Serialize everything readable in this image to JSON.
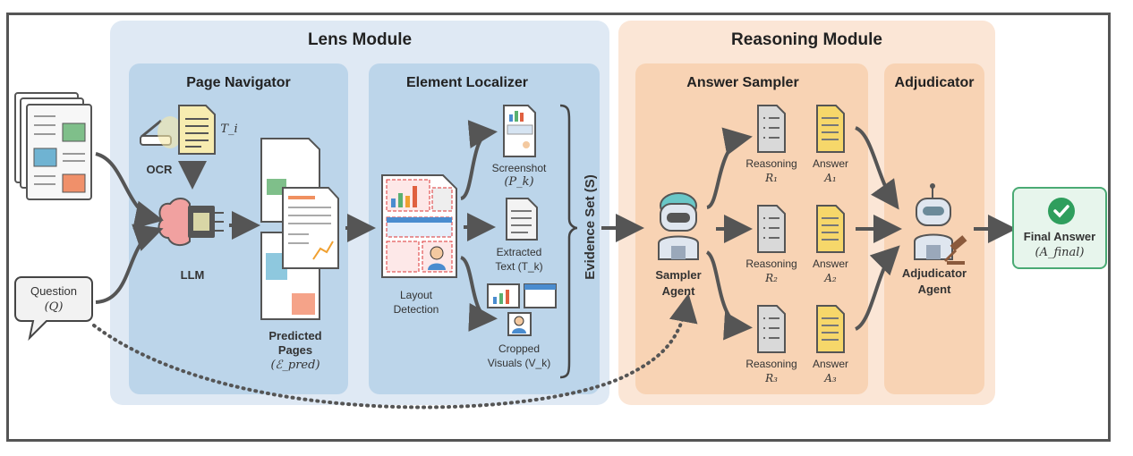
{
  "lens_module": {
    "title": "Lens Module",
    "page_navigator": {
      "title": "Page Navigator",
      "ocr_label": "OCR",
      "ocr_output": "T_i",
      "llm_label": "LLM",
      "predicted_pages_label_1": "Predicted",
      "predicted_pages_label_2": "Pages",
      "predicted_pages_symbol": "(ℰ_pred)"
    },
    "element_localizer": {
      "title": "Element Localizer",
      "layout_detection_1": "Layout",
      "layout_detection_2": "Detection",
      "screenshot_label": "Screenshot",
      "screenshot_symbol": "(P_k)",
      "extracted_text_1": "Extracted",
      "extracted_text_2": "Text (T_k)",
      "cropped_visuals_1": "Cropped",
      "cropped_visuals_2": "Visuals (V_k)",
      "evidence_set": "Evidence Set (S)"
    }
  },
  "inputs": {
    "question_label": "Question",
    "question_symbol": "(Q)"
  },
  "reasoning_module": {
    "title": "Reasoning Module",
    "answer_sampler": {
      "title": "Answer Sampler",
      "agent_label_1": "Sampler",
      "agent_label_2": "Agent",
      "samples": [
        {
          "reasoning": "Reasoning",
          "r": "R₁",
          "answer": "Answer",
          "a": "A₁"
        },
        {
          "reasoning": "Reasoning",
          "r": "R₂",
          "answer": "Answer",
          "a": "A₂"
        },
        {
          "reasoning": "Reasoning",
          "r": "R₃",
          "answer": "Answer",
          "a": "A₃"
        }
      ]
    },
    "adjudicator": {
      "title": "Adjudicator",
      "agent_label_1": "Adjudicator",
      "agent_label_2": "Agent"
    }
  },
  "final_answer": {
    "label": "Final Answer",
    "symbol": "(A_final)"
  },
  "colors": {
    "lens_bg": "#dfe9f4",
    "lens_sub_bg": "#bcd5ea",
    "reason_bg": "#fbe6d6",
    "reason_sub_bg": "#f8d3b4",
    "final_border": "#4aaa74",
    "arrow": "#555555"
  }
}
